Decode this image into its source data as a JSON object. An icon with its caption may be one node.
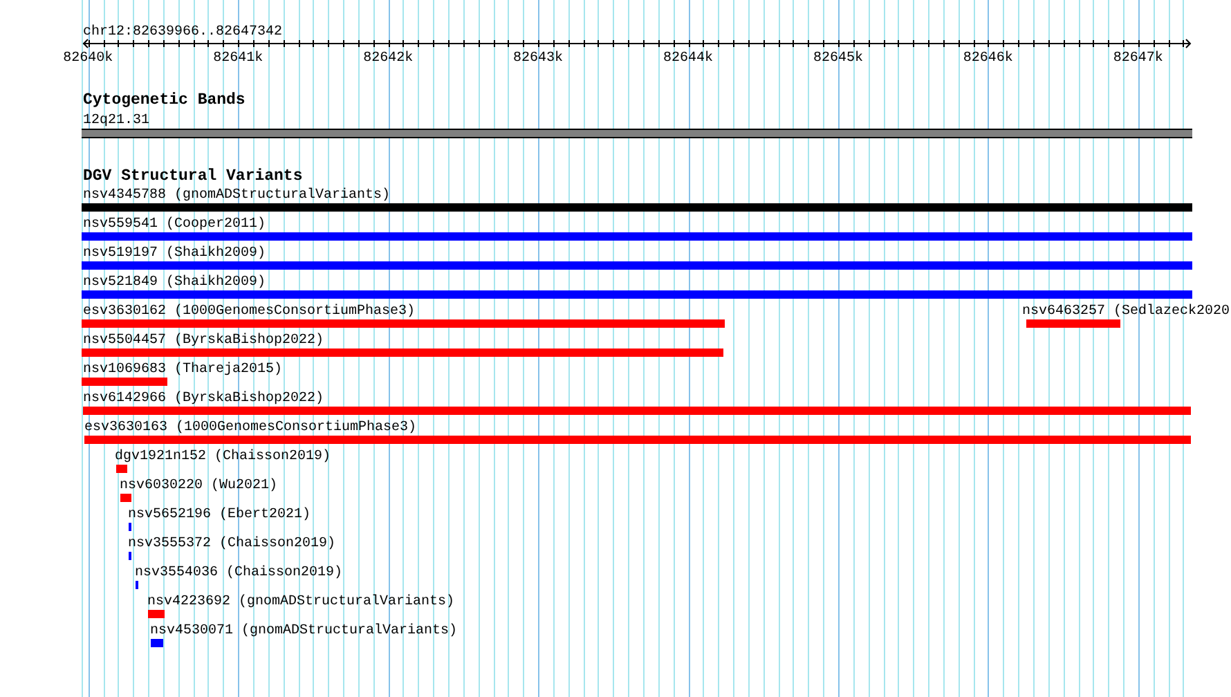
{
  "diagram": {
    "nodes": [
      {
        "text": [
          "12q21.31"
        ]
      },
      {
        "text": [
          "nsv4345788 (gnomADStructuralVariants)"
        ]
      },
      {
        "text": [
          "nsv559541 (Cooper2011)"
        ]
      },
      {
        "text": [
          "nsv519197 (Shaikh2009)"
        ]
      },
      {
        "text": [
          "nsv521849 (Shaikh2009)"
        ]
      },
      {
        "text": [
          "esv3630162 (1000GenomesConsortiumPhase3)"
        ]
      },
      {
        "text": [
          "nsv6463257 (Sedlazeck2020"
        ]
      },
      {
        "text": [
          "nsv5504457 (ByrskaBishop2022)"
        ]
      },
      {
        "text": [
          "nsv1069683 (Thareja2015)"
        ]
      },
      {
        "text": [
          "nsv6142966 (ByrskaBishop2022)"
        ]
      },
      {
        "text": [
          "esv3630163 (1000GenomesConsortiumPhase3)"
        ]
      },
      {
        "text": [
          "dgv1921n152 (Chaisson2019)"
        ]
      },
      {
        "text": [
          "nsv6030220 (Wu2021)"
        ]
      },
      {
        "text": [
          "nsv5652196 (Ebert2021)"
        ]
      },
      {
        "text": [
          "nsv3555372 (Chaisson2019)"
        ]
      },
      {
        "text": [
          "nsv3554036 (Chaisson2019)"
        ]
      },
      {
        "text": [
          "nsv4223692 (gnomADStructuralVariants)"
        ]
      },
      {
        "text": [
          "nsv4530071 (gnomADStructuralVariants)"
        ]
      }
    ],
    "labels": [
      "chr12:82639966..82647342",
      "82640k",
      "82641k",
      "82642k",
      "82643k",
      "82644k",
      "82645k",
      "82646k",
      "82647k",
      "Cytogenetic Bands",
      "DGV Structural Variants"
    ]
  }
}
